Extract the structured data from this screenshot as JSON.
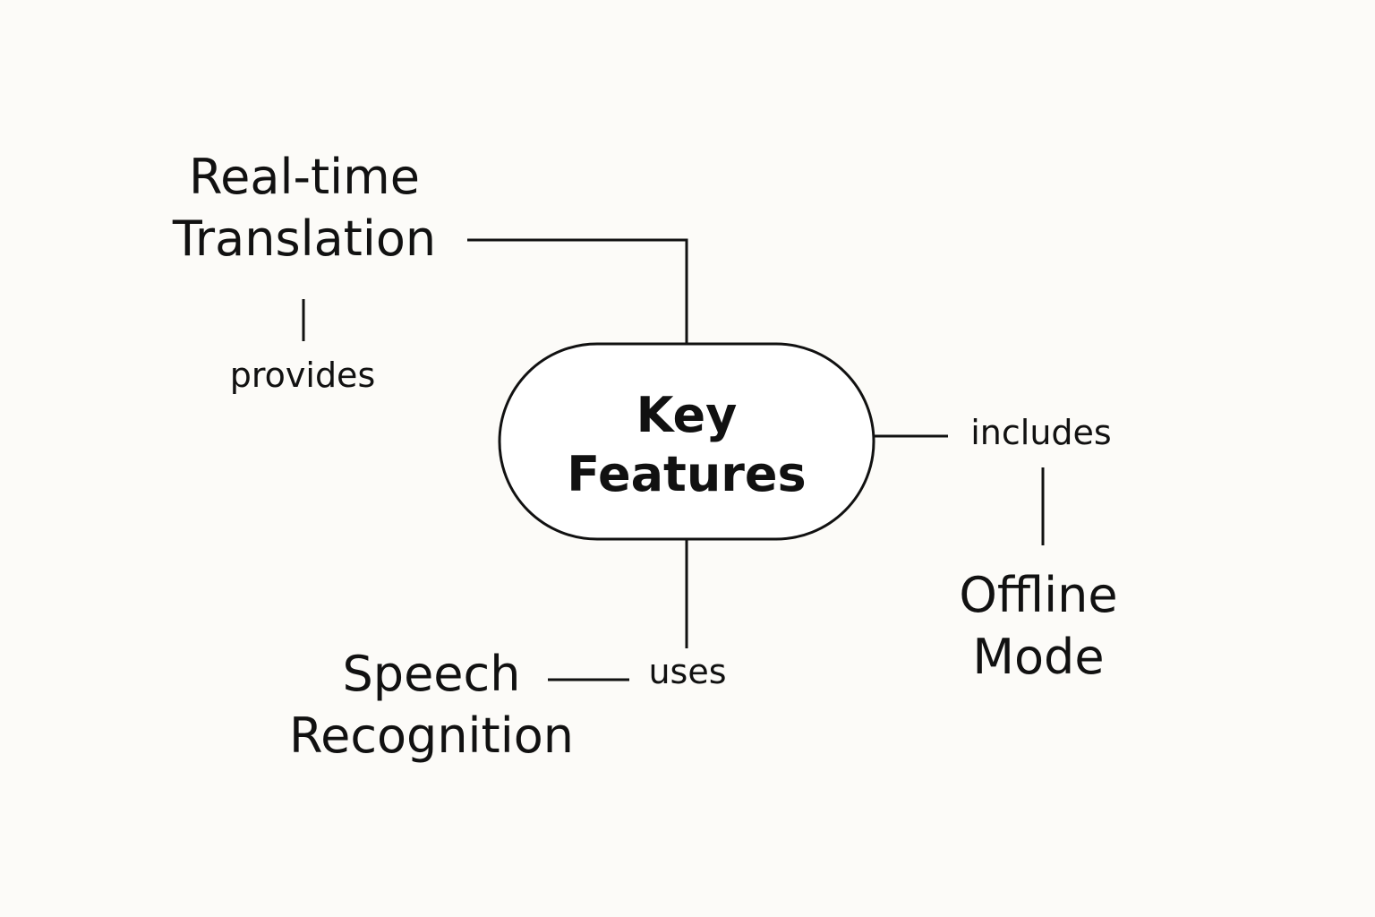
{
  "diagram": {
    "center": {
      "line1": "Key",
      "line2": "Features"
    },
    "nodes": {
      "realtime": {
        "line1": "Real-time",
        "line2": "Translation"
      },
      "speech": {
        "line1": "Speech",
        "line2": "Recognition"
      },
      "offline": {
        "line1": "Offline",
        "line2": "Mode"
      }
    },
    "edges": {
      "provides": "provides",
      "includes": "includes",
      "uses": "uses"
    },
    "colors": {
      "background": "#fcfbf8",
      "stroke": "#111111",
      "text": "#111111",
      "node_fill": "#ffffff"
    }
  }
}
